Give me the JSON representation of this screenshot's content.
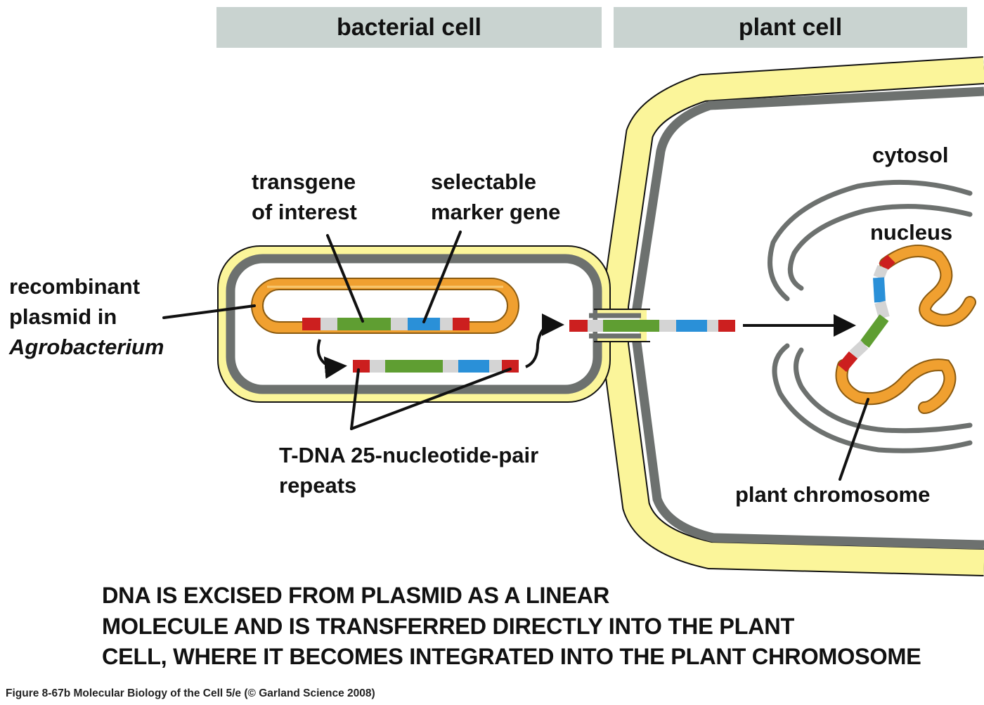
{
  "headers": {
    "bacterial": "bacterial cell",
    "plant": "plant cell"
  },
  "labels": {
    "cytosol": "cytosol",
    "nucleus": "nucleus",
    "transgene_line1": "transgene",
    "transgene_line2": "of interest",
    "marker_line1": "selectable",
    "marker_line2": "marker gene",
    "plasmid_line1": "recombinant",
    "plasmid_line2": "plasmid in",
    "plasmid_line3": "Agrobacterium",
    "tdna_line1": "T-DNA 25-nucleotide-pair",
    "tdna_line2": "repeats",
    "plant_chromosome": "plant chromosome"
  },
  "caption": {
    "line1": "DNA IS EXCISED FROM PLASMID AS A LINEAR",
    "line2": "MOLECULE AND IS TRANSFERRED DIRECTLY INTO THE PLANT",
    "line3": "CELL, WHERE IT BECOMES INTEGRATED INTO THE PLANT CHROMOSOME"
  },
  "credit": "Figure 8-67b  Molecular Biology of the Cell 5/e (© Garland Science 2008)",
  "colors": {
    "cell_wall": "#fbf59a",
    "membrane": "#6d716f",
    "plasmid": "#f0a030",
    "repeat": "#cc1f1f",
    "spacer": "#d4d4d4",
    "transgene": "#5f9e32",
    "marker": "#2a90d8",
    "header_bg": "#c9d3d0"
  }
}
